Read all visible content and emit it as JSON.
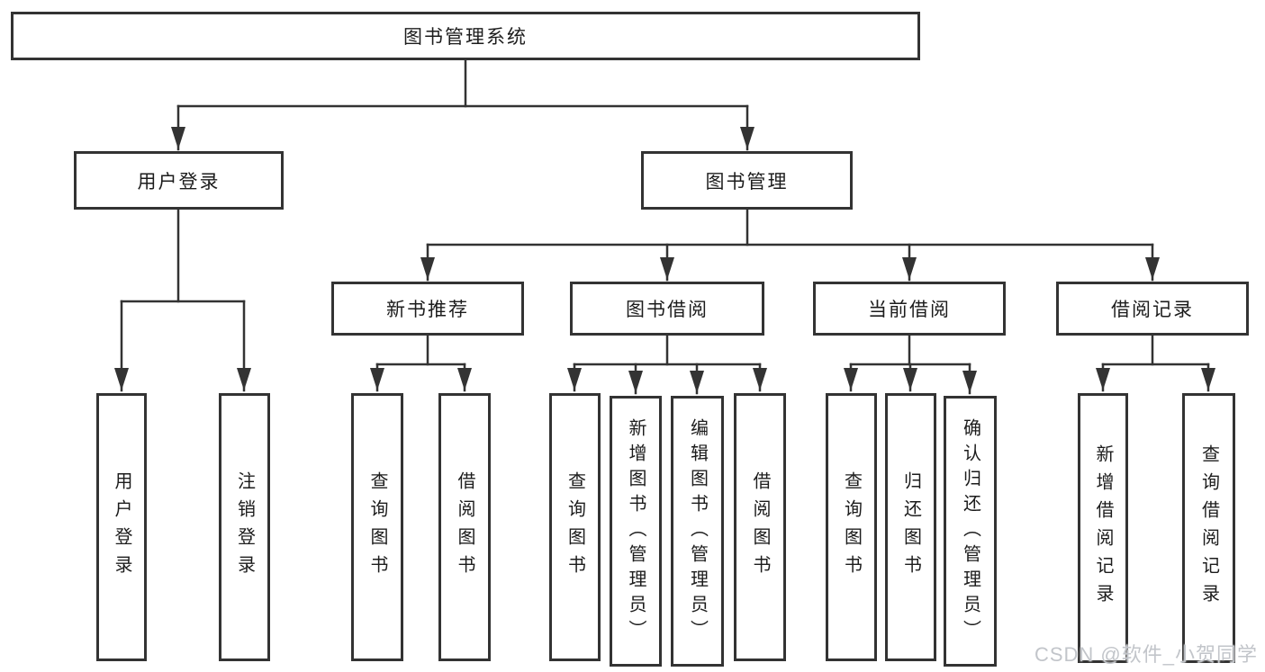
{
  "diagram": {
    "root": {
      "label": "图书管理系统"
    },
    "level2": [
      {
        "label": "用户登录"
      },
      {
        "label": "图书管理"
      }
    ],
    "level3": [
      {
        "label": "新书推荐"
      },
      {
        "label": "图书借阅"
      },
      {
        "label": "当前借阅"
      },
      {
        "label": "借阅记录"
      }
    ],
    "leaves": {
      "user_login": [
        {
          "label": "用户登录"
        },
        {
          "label": "注销登录"
        }
      ],
      "new_book_rec": [
        {
          "label": "查询图书"
        },
        {
          "label": "借阅图书"
        }
      ],
      "book_borrow": [
        {
          "label": "查询图书"
        },
        {
          "label": "新增图书（管理员）"
        },
        {
          "label": "编辑图书（管理员）"
        },
        {
          "label": "借阅图书"
        }
      ],
      "current_borrow": [
        {
          "label": "查询图书"
        },
        {
          "label": "归还图书"
        },
        {
          "label": "确认归还（管理员）"
        }
      ],
      "borrow_records": [
        {
          "label": "新增借阅记录"
        },
        {
          "label": "查询借阅记录"
        }
      ]
    }
  },
  "watermark": {
    "text": "CSDN @软件_小贺同学"
  },
  "colors": {
    "line": "#333333",
    "box_border": "#333333",
    "text": "#1c1c1c",
    "background": "#ffffff",
    "watermark": "#c2c5ca"
  }
}
